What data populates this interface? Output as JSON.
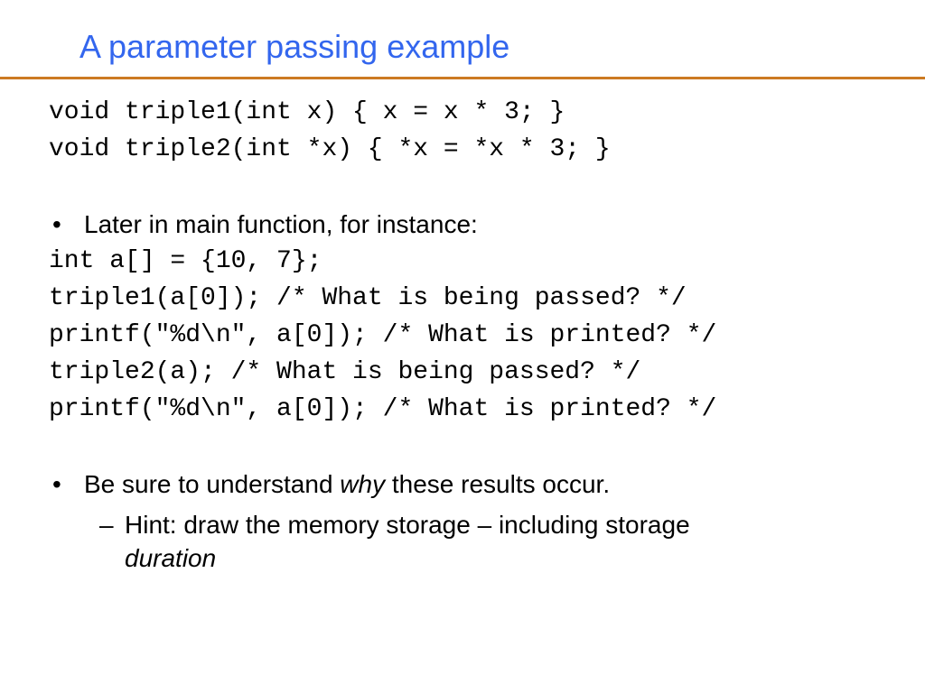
{
  "slide": {
    "title": "A parameter passing example",
    "code_block_1": [
      "void triple1(int x) { x = x * 3; }",
      "void triple2(int *x) { *x = *x * 3; }"
    ],
    "bullet_1": {
      "marker": "•",
      "text": "Later in main function, for instance:"
    },
    "code_block_2": [
      "int a[] = {10, 7};",
      "triple1(a[0]); /* What is being passed? */",
      "printf(\"%d\\n\", a[0]); /* What is printed? */",
      "triple2(a); /* What is being passed? */",
      "printf(\"%d\\n\", a[0]); /* What is printed? */"
    ],
    "bullet_2": {
      "marker": "•",
      "text_before": "Be sure to understand ",
      "text_italic": "why",
      "text_after": " these results occur."
    },
    "sub_bullet": {
      "marker": "–",
      "line1": "Hint: draw the memory storage – including storage",
      "line2_italic": "duration"
    },
    "colors": {
      "title": "#3366ee",
      "rule": "#cc7a22",
      "text": "#000000"
    }
  }
}
